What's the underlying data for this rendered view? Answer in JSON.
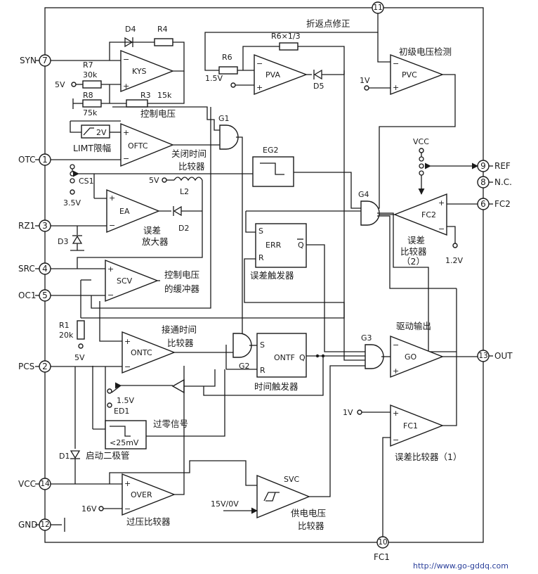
{
  "pins": {
    "syn": {
      "name": "SYN",
      "num": "7"
    },
    "otc": {
      "name": "OTC",
      "num": "1"
    },
    "rz1": {
      "name": "RZ1",
      "num": "3"
    },
    "src": {
      "name": "SRC",
      "num": "4"
    },
    "oc1": {
      "name": "OC1",
      "num": "5"
    },
    "pcs": {
      "name": "PCS",
      "num": "2"
    },
    "vcc": {
      "name": "VCC",
      "num": "14"
    },
    "gnd": {
      "name": "GND",
      "num": "12"
    },
    "top": {
      "num": "11"
    },
    "ref": {
      "name": "REF",
      "num": "9"
    },
    "nc": {
      "name": "N.C.",
      "num": "8"
    },
    "fc2": {
      "name": "FC2",
      "num": "6"
    },
    "out": {
      "name": "OUT",
      "num": "13"
    },
    "fc1": {
      "name": "FC1",
      "num": "10"
    }
  },
  "amps": {
    "kys": "KYS",
    "oftc": "OFTC",
    "ea": "EA",
    "scv": "SCV",
    "ontc": "ONTC",
    "over": "OVER",
    "pva": "PVA",
    "pvc": "PVC",
    "fc2": "FC2",
    "go": "GO",
    "fc1": "FC1",
    "svc": "SVC"
  },
  "blocks": {
    "err": "ERR",
    "ontf": "ONTF",
    "eg2": "EG2",
    "err_s": "S",
    "err_r": "R",
    "err_q": "Q",
    "ontf_s": "S",
    "ontf_r": "R",
    "ontf_q": "Q"
  },
  "gates": {
    "g1": "G1",
    "g2": "G2",
    "g3": "G3",
    "g4": "G4"
  },
  "components": {
    "d4": "D4",
    "r4": "R4",
    "r7": "R7",
    "r7_val": "30k",
    "r8": "R8",
    "r8_val": "75k",
    "r3": "R3",
    "r3_val": "15k",
    "r6": "R6",
    "r6x": "R6×1/3",
    "d5": "D5",
    "l2": "L2",
    "d2": "D2",
    "d3": "D3",
    "cs1": "CS1",
    "r1": "R1",
    "r1_val": "20k",
    "ed1": "ED1",
    "d1": "D1",
    "limit_box": "2V",
    "zero_box": "<25mV"
  },
  "voltages": {
    "v5_kys": "5V",
    "v15_pva": "1.5V",
    "v1_pvc": "1V",
    "vcc_ref": "VCC",
    "v35": "3.5V",
    "v5_ea": "5V",
    "v12": "1.2V",
    "v5_r1": "5V",
    "v15_ed1": "1.5V",
    "v1_fc1": "1V",
    "v16": "16V",
    "v15_0": "15V/0V"
  },
  "labels": {
    "control_voltage": "控制电压",
    "limit": "LIMT限幅",
    "off_time_1": "关闭时间",
    "off_time_2": "比较器",
    "foldback": "折返点修正",
    "primary_detect": "初级电压检测",
    "error_amp_1": "误差",
    "error_amp_2": "放大器",
    "err_cmp2_1": "误差",
    "err_cmp2_2": "比较器",
    "err_cmp2_3": "（2）",
    "err_trigger": "误差触发器",
    "cv_buffer_1": "控制电压",
    "cv_buffer_2": "的缓冲器",
    "drive_out": "驱动输出",
    "on_time_1": "接通时间",
    "on_time_2": "比较器",
    "time_trigger": "时间触发器",
    "zero_signal": "过零信号",
    "err_cmp1": "误差比较器（1）",
    "start_diode": "启动二极管",
    "ov_cmp": "过压比较器",
    "supply_cmp_1": "供电电压",
    "supply_cmp_2": "比较器"
  },
  "watermark": "http://www.go-gddq.com"
}
